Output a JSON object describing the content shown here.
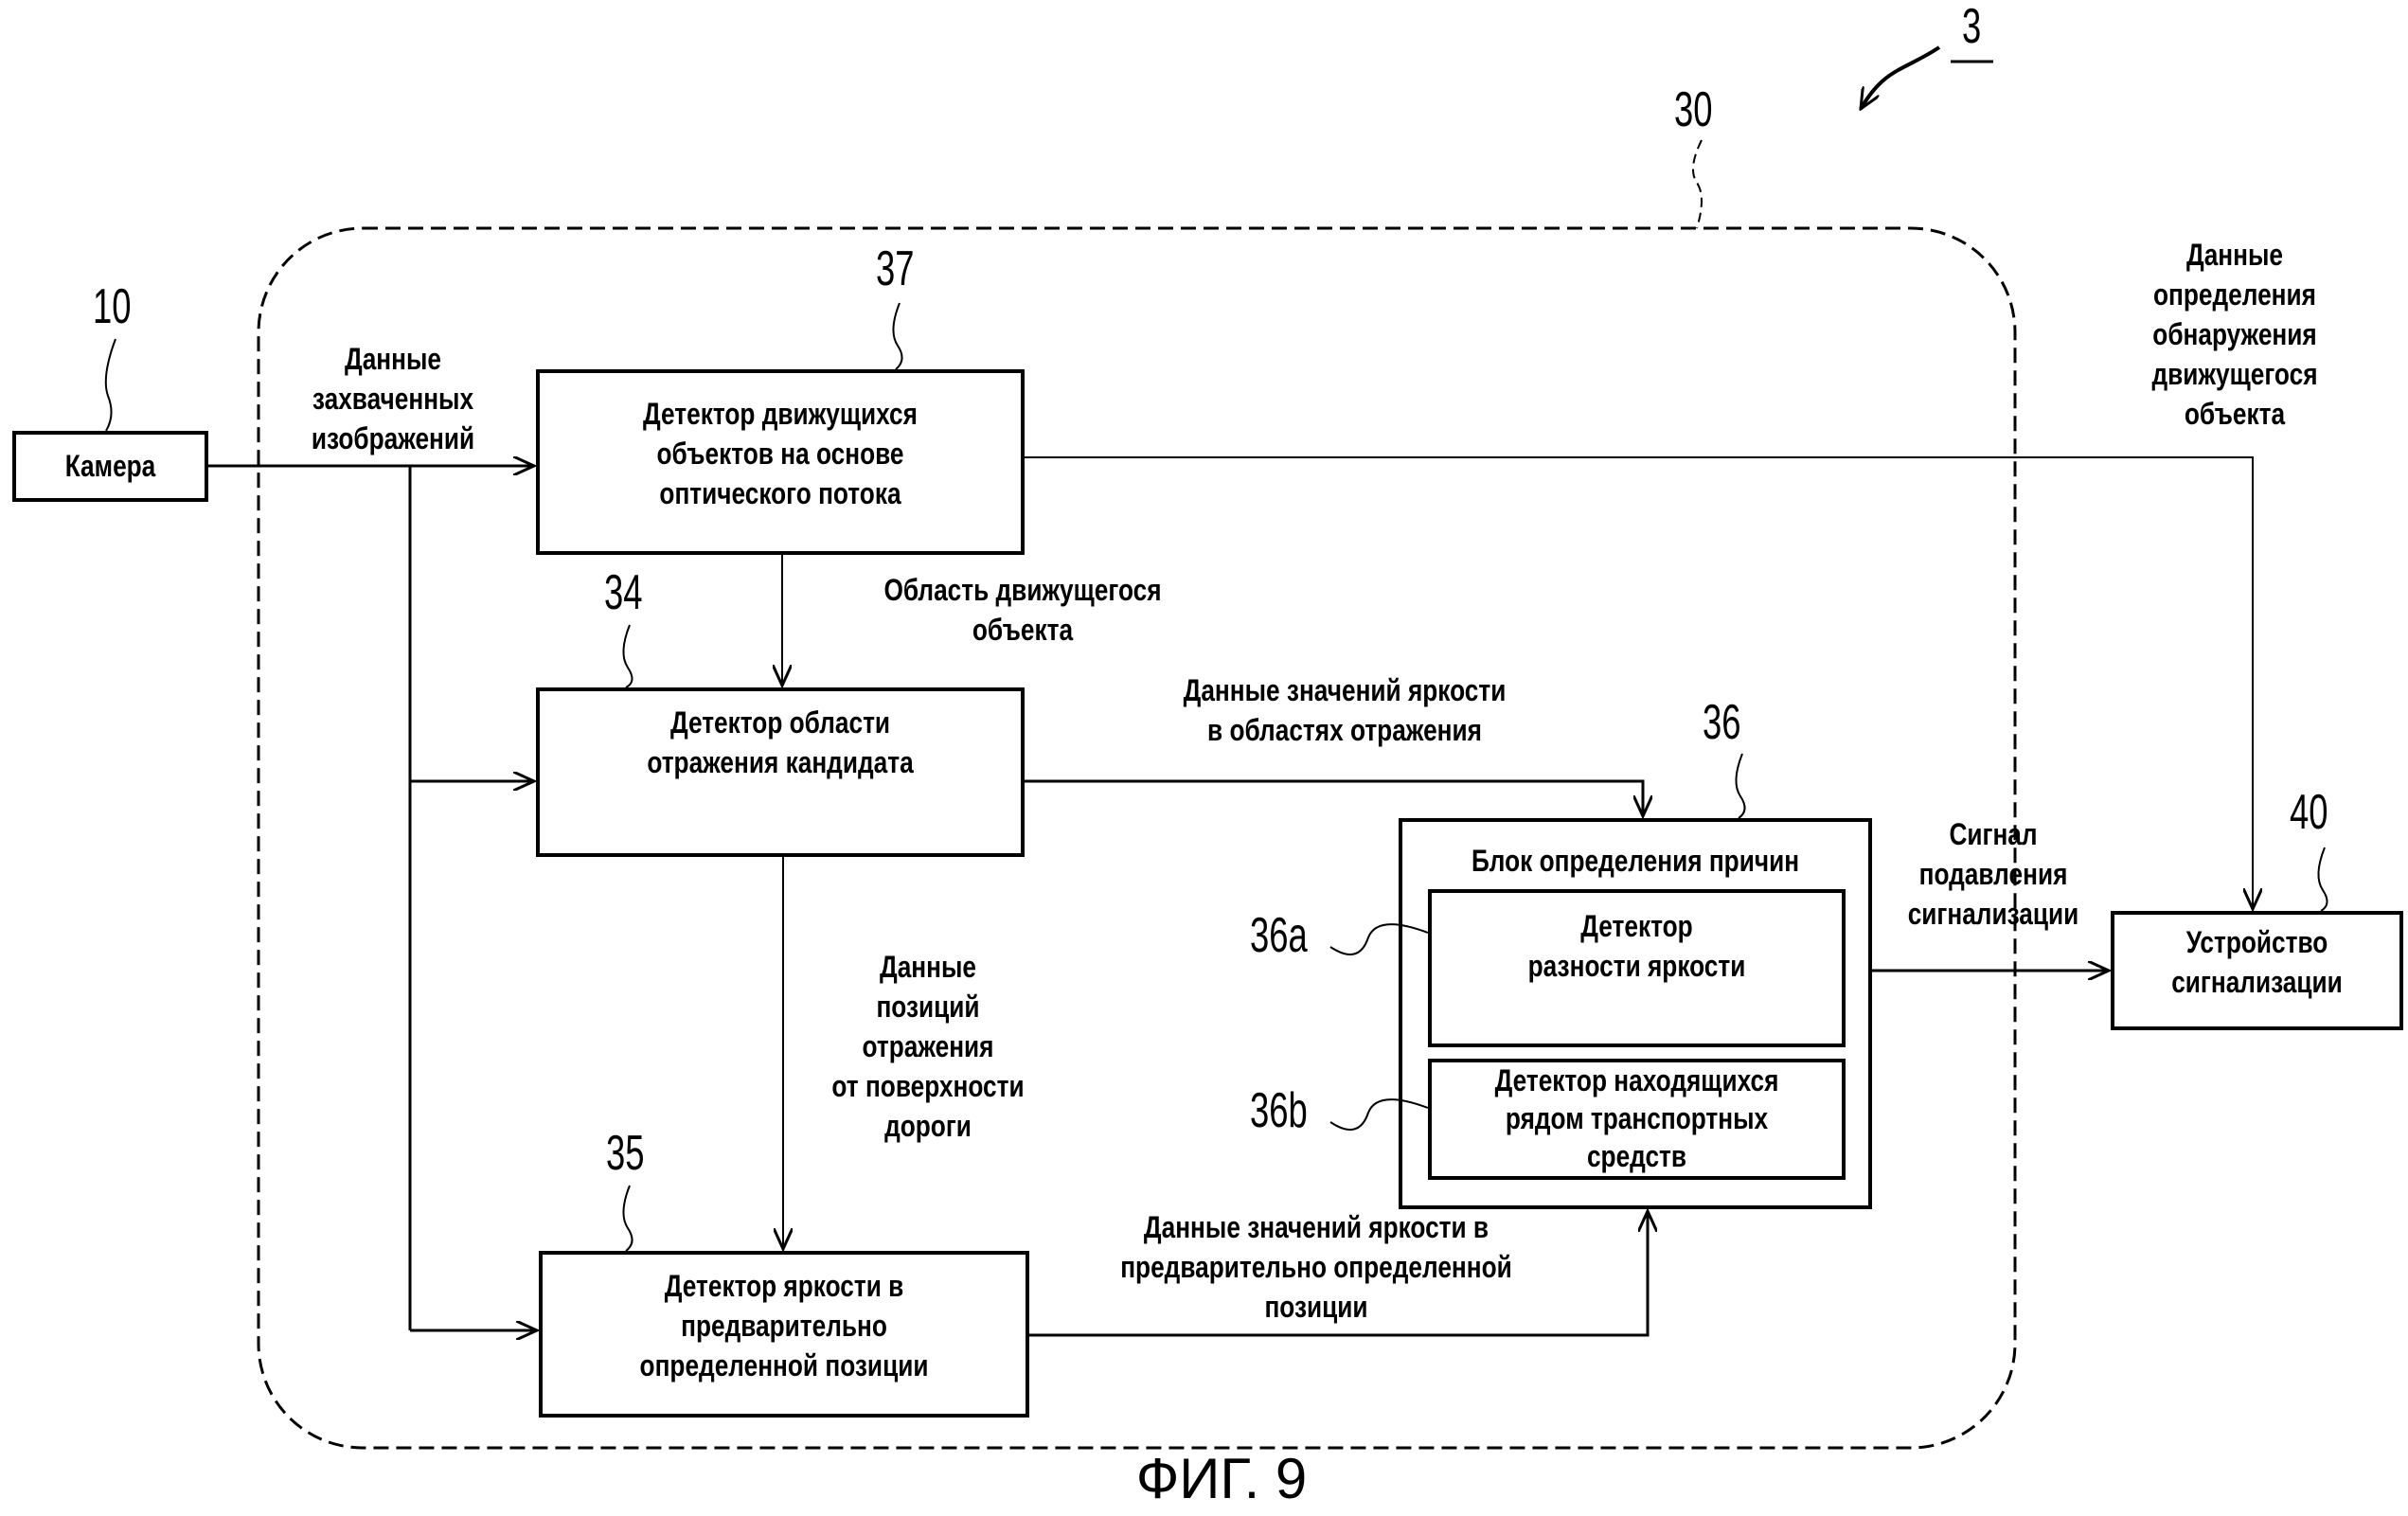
{
  "figure_caption": "ФИГ. 9",
  "refs": {
    "system": "3",
    "unit": "30",
    "camera": "10",
    "optical_flow": "37",
    "candidate": "34",
    "brightness_pos": "35",
    "cause": "36",
    "cause_a": "36a",
    "cause_b": "36b",
    "alarm": "40"
  },
  "blocks": {
    "camera": "Камера",
    "optical_flow": [
      "Детектор движущихся",
      "объектов на основе",
      "оптического потока"
    ],
    "candidate": [
      "Детектор области",
      "отражения кандидата"
    ],
    "brightness_pos": [
      "Детектор яркости в",
      "предварительно",
      "определенной позиции"
    ],
    "cause_title": "Блок определения причин",
    "cause_a": [
      "Детектор",
      "разности яркости"
    ],
    "cause_b": [
      "Детектор находящихся",
      "рядом транспортных",
      "средств"
    ],
    "alarm": [
      "Устройство",
      "сигнализации"
    ]
  },
  "edge_labels": {
    "captured": [
      "Данные",
      "захваченных",
      "изображений"
    ],
    "moving_area": [
      "Область движущегося",
      "объекта"
    ],
    "reflection_brightness": [
      "Данные значений яркости",
      "в областях отражения"
    ],
    "road_positions": [
      "Данные",
      "позиций",
      "отражения",
      "от поверхности",
      "дороги"
    ],
    "pos_brightness": [
      "Данные значений яркости в",
      "предварительно определенной",
      "позиции"
    ],
    "suppress": [
      "Сигнал",
      "подавления",
      "сигнализации"
    ],
    "detection": [
      "Данные",
      "определения",
      "обнаружения",
      "движущегося",
      "объекта"
    ]
  }
}
